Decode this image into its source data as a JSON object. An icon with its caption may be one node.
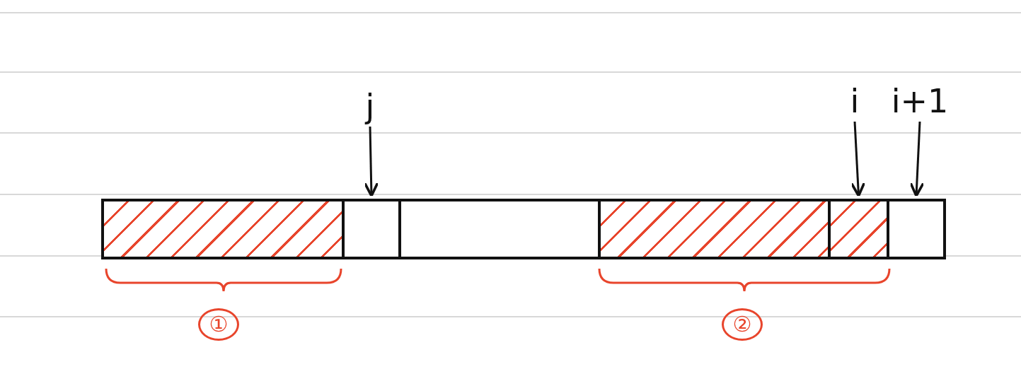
{
  "diagram": {
    "nodes": [
      {
        "text": [
          "j"
        ]
      },
      {
        "text": [
          "i"
        ]
      },
      {
        "text": [
          "i+1"
        ]
      },
      {
        "text": [],
        "shape": "box"
      },
      {
        "text": [],
        "shape": "box"
      },
      {
        "text": [],
        "shape": "box"
      },
      {
        "text": [],
        "shape": "box"
      },
      {
        "text": [],
        "shape": "box"
      },
      {
        "text": [],
        "shape": "box"
      }
    ],
    "edges": [
      {
        "from": 0,
        "to": 4,
        "arrow": "to"
      },
      {
        "from": 1,
        "to": 7,
        "arrow": "to"
      },
      {
        "from": 2,
        "to": 8,
        "arrow": "to"
      }
    ],
    "labels": [
      "①",
      "②"
    ]
  }
}
